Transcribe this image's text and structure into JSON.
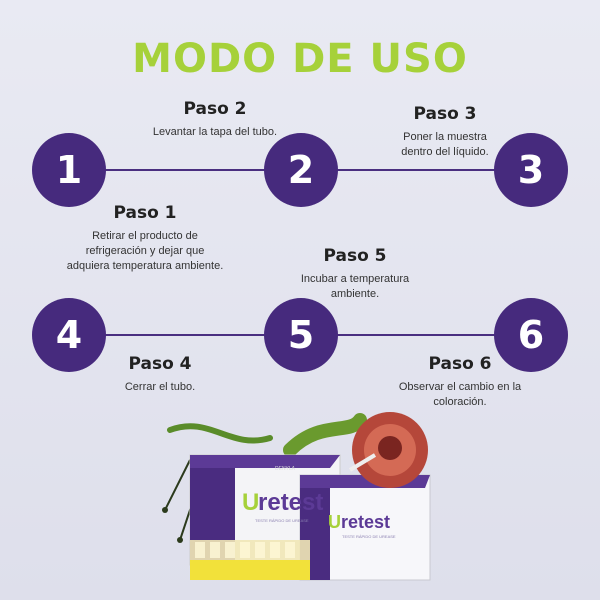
{
  "title": "MODO DE USO",
  "colors": {
    "accent": "#a6d13a",
    "circle": "#462a7d"
  },
  "circles": [
    "1",
    "2",
    "3",
    "4",
    "5",
    "6"
  ],
  "steps": [
    {
      "head": "Paso 1",
      "lines": [
        "Retirar el producto de",
        "refrigeración y dejar que",
        "adquiera temperatura ambiente."
      ]
    },
    {
      "head": "Paso 2",
      "lines": [
        "Levantar la tapa del tubo."
      ]
    },
    {
      "head": "Paso 3",
      "lines": [
        "Poner la muestra",
        "dentro del líquido."
      ]
    },
    {
      "head": "Paso 4",
      "lines": [
        "Cerrar el tubo."
      ]
    },
    {
      "head": "Paso 5",
      "lines": [
        "Incubar a temperatura",
        "ambiente."
      ]
    },
    {
      "head": "Paso 6",
      "lines": [
        "Observar el cambio en la",
        "coloración."
      ]
    }
  ],
  "product": {
    "brand": "retest",
    "brand_initial": "U",
    "maker": "DENYLA",
    "subtitle": "TESTE RÁPIDO DE UREASE"
  }
}
